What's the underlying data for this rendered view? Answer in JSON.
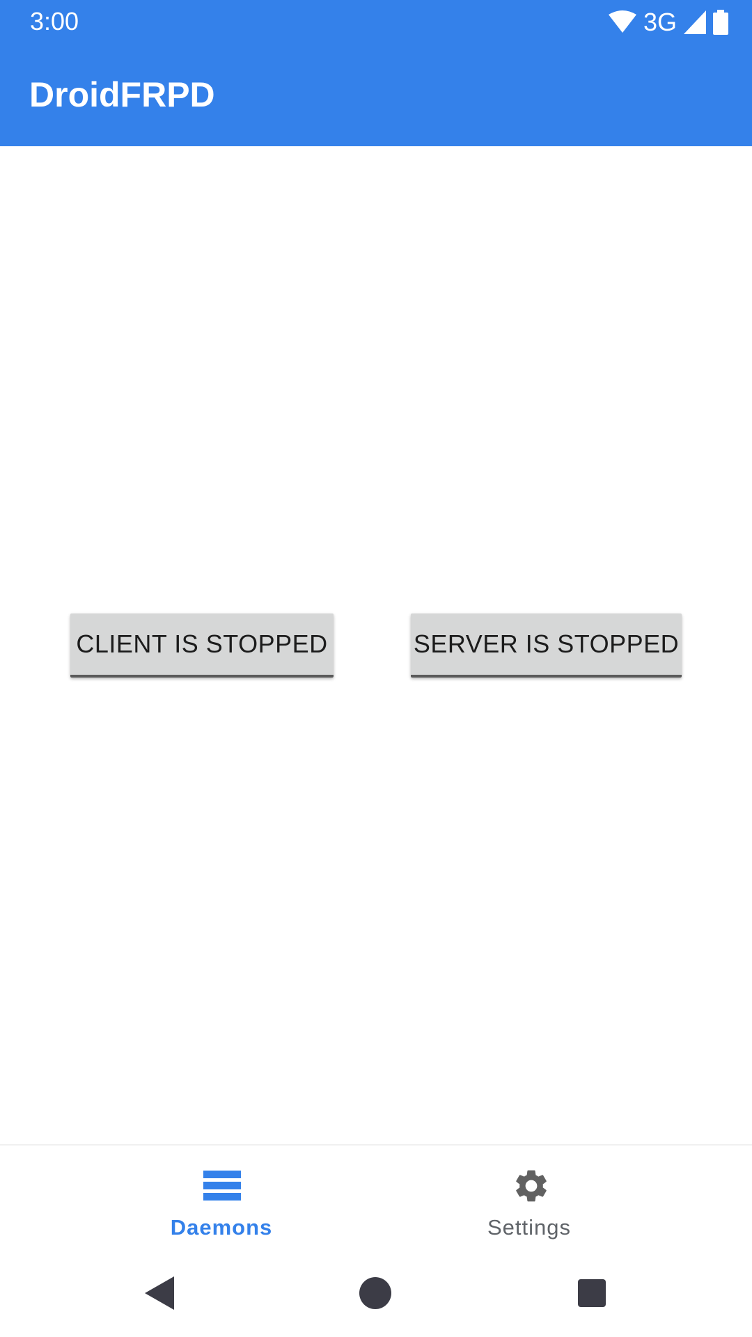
{
  "status_bar": {
    "time": "3:00",
    "network": "3G",
    "icons": [
      "wifi-icon",
      "signal-icon",
      "battery-icon"
    ],
    "color": "#3481EA"
  },
  "app_bar": {
    "title": "DroidFRPD",
    "color": "#3481EA"
  },
  "main": {
    "client_button_label": "CLIENT IS STOPPED",
    "server_button_label": "SERVER IS STOPPED"
  },
  "bottom_nav": {
    "items": [
      {
        "label": "Daemons",
        "icon": "list-icon",
        "active": true
      },
      {
        "label": "Settings",
        "icon": "gear-icon",
        "active": false
      }
    ],
    "active_color": "#3481EA",
    "inactive_color": "#5F6368"
  },
  "system_nav": {
    "buttons": [
      "back-icon",
      "home-icon",
      "recents-icon"
    ]
  }
}
